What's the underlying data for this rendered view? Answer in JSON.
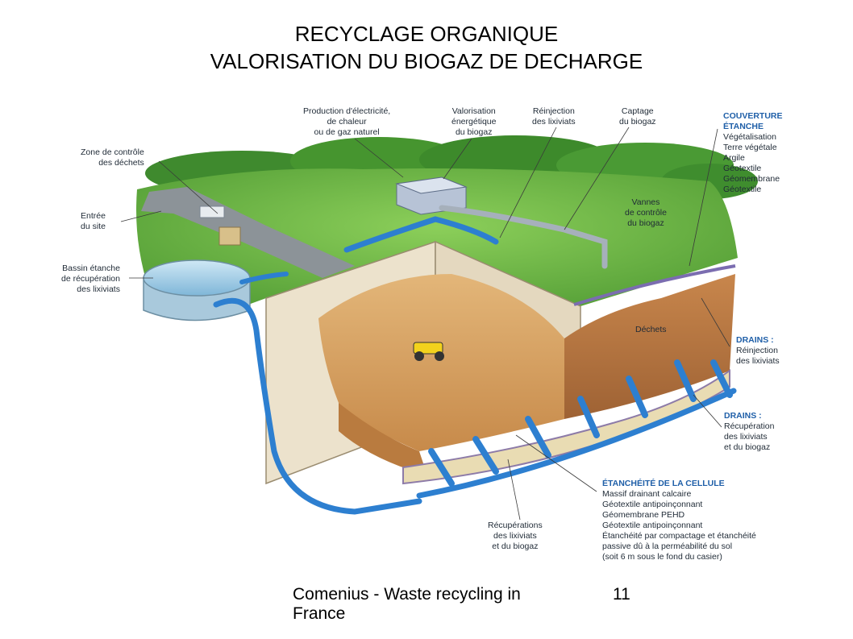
{
  "slide": {
    "title_line1": "RECYCLAGE ORGANIQUE",
    "title_line2": "VALORISATION DU BIOGAZ DE DECHARGE",
    "footer_line1": "Comenius - Waste recycling in",
    "footer_line2": "France",
    "page_number": "11"
  },
  "labels": {
    "production": [
      "Production d'électricité,",
      "de chaleur",
      "ou de gaz naturel"
    ],
    "valorisation": [
      "Valorisation",
      "énergétique",
      "du biogaz"
    ],
    "reinjection_top": [
      "Réinjection",
      "des lixiviats"
    ],
    "captage": [
      "Captage",
      "du biogaz"
    ],
    "zone_controle": [
      "Zone de contrôle",
      "des déchets"
    ],
    "entree": [
      "Entrée",
      "du site"
    ],
    "bassin": [
      "Bassin étanche",
      "de récupération",
      "des lixiviats"
    ],
    "vannes": [
      "Vannes",
      "de contrôle",
      "du biogaz"
    ],
    "dechets": "Déchets",
    "recuperations": [
      "Récupérations",
      "des lixiviats",
      "et du biogaz"
    ]
  },
  "couverture": {
    "heading": [
      "COUVERTURE",
      "ÉTANCHE"
    ],
    "items": [
      "Végétalisation",
      "Terre végétale",
      "Argile",
      "Géotextile",
      "Géomembrane",
      "Géotextile"
    ]
  },
  "drains1": {
    "heading": "DRAINS :",
    "items": [
      "Réinjection",
      "des lixiviats"
    ]
  },
  "drains2": {
    "heading": "DRAINS :",
    "items": [
      "Récupération",
      "des lixiviats",
      "et du biogaz"
    ]
  },
  "etancheite": {
    "heading": "ÉTANCHÉITÉ DE LA CELLULE",
    "items": [
      "Massif drainant calcaire",
      "Géotextile antipoinçonnant",
      "Géomembrane PEHD",
      "Géotextile antipoinçonnant",
      "Étanchéité par compactage et étanchéité",
      "passive dû à la perméabilité du sol",
      "(soit 6 m sous le fond du casier)"
    ]
  }
}
